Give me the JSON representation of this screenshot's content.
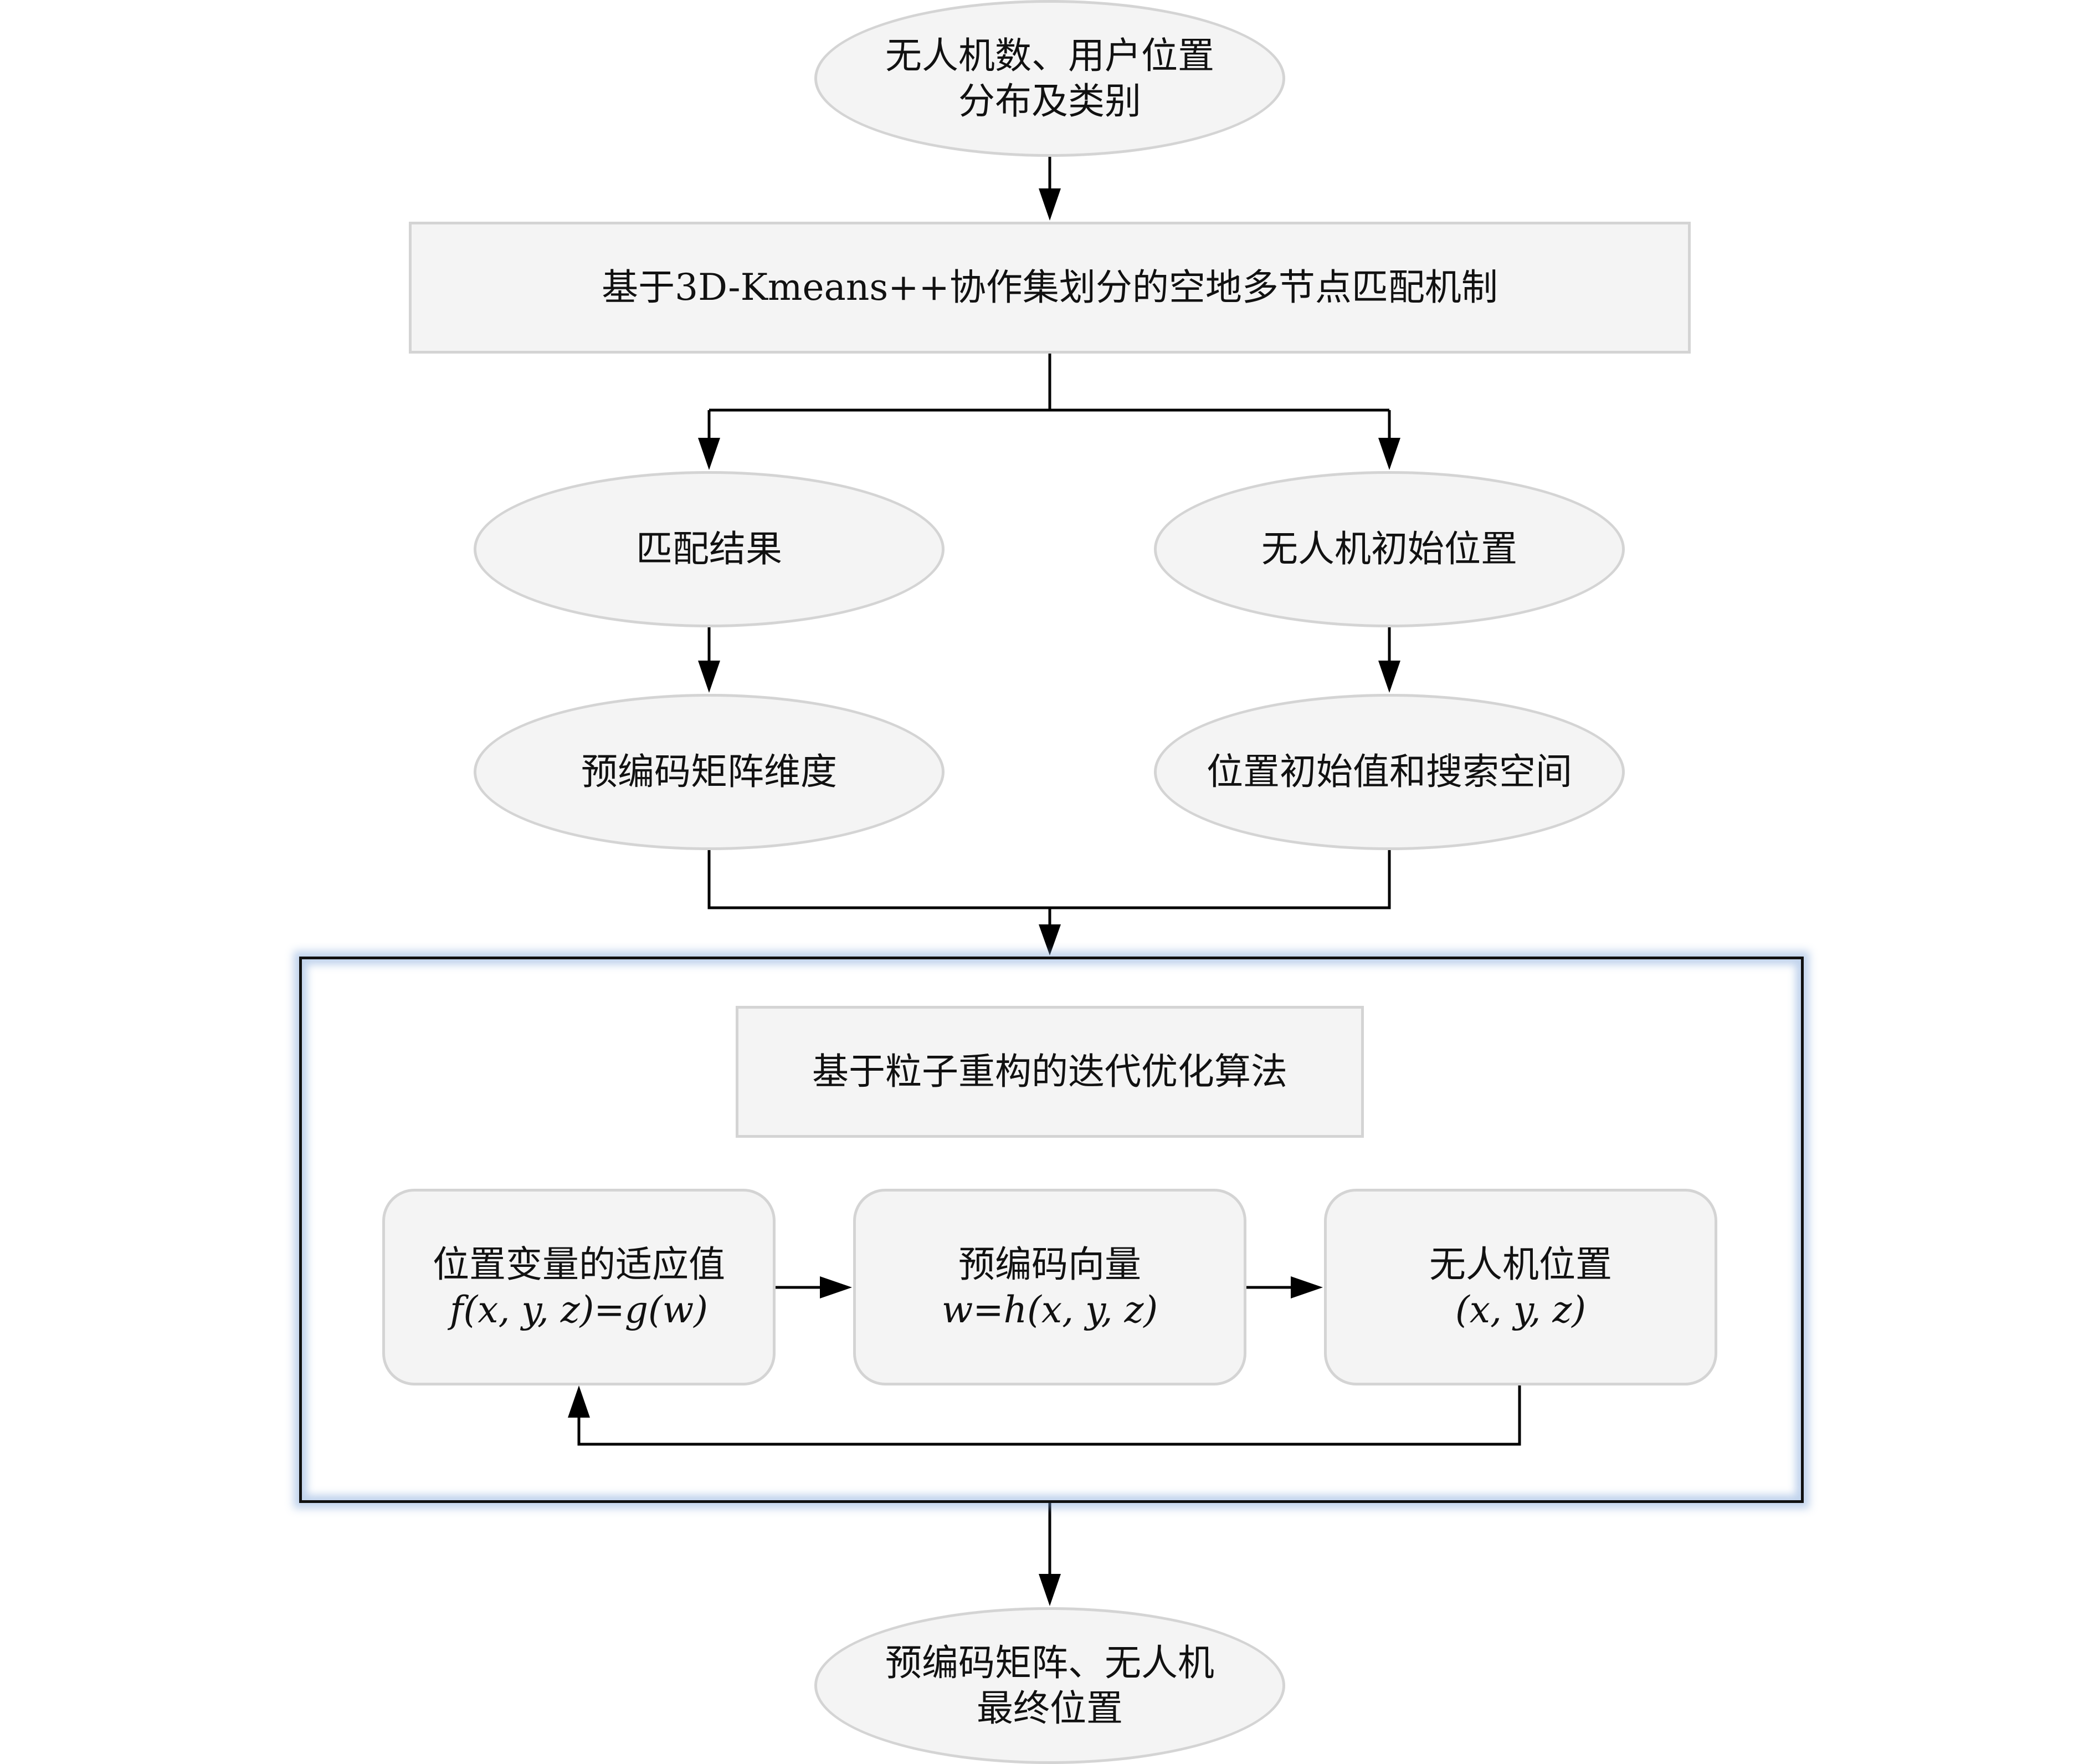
{
  "nodes": {
    "input": {
      "lines": [
        "无人机数、用户位置",
        "分布及类别"
      ]
    },
    "matching": {
      "label": "基于3D-Kmeans++协作集划分的空地多节点匹配机制"
    },
    "match_result": {
      "label": "匹配结果"
    },
    "uav_init_pos": {
      "label": "无人机初始位置"
    },
    "precoding_dim": {
      "label": "预编码矩阵维度"
    },
    "init_value_space": {
      "label": "位置初始值和搜索空间"
    },
    "algorithm": {
      "label": "基于粒子重构的迭代优化算法"
    },
    "fitness": {
      "line1": "位置变量的适应值",
      "formula": "f(x, y, z)=g(w)"
    },
    "precoding_vec": {
      "line1": "预编码向量",
      "formula": "w=h(x, y, z)"
    },
    "uav_pos": {
      "line1": "无人机位置",
      "formula": "(x, y, z)"
    },
    "output": {
      "lines": [
        "预编码矩阵、无人机",
        "最终位置"
      ]
    }
  }
}
